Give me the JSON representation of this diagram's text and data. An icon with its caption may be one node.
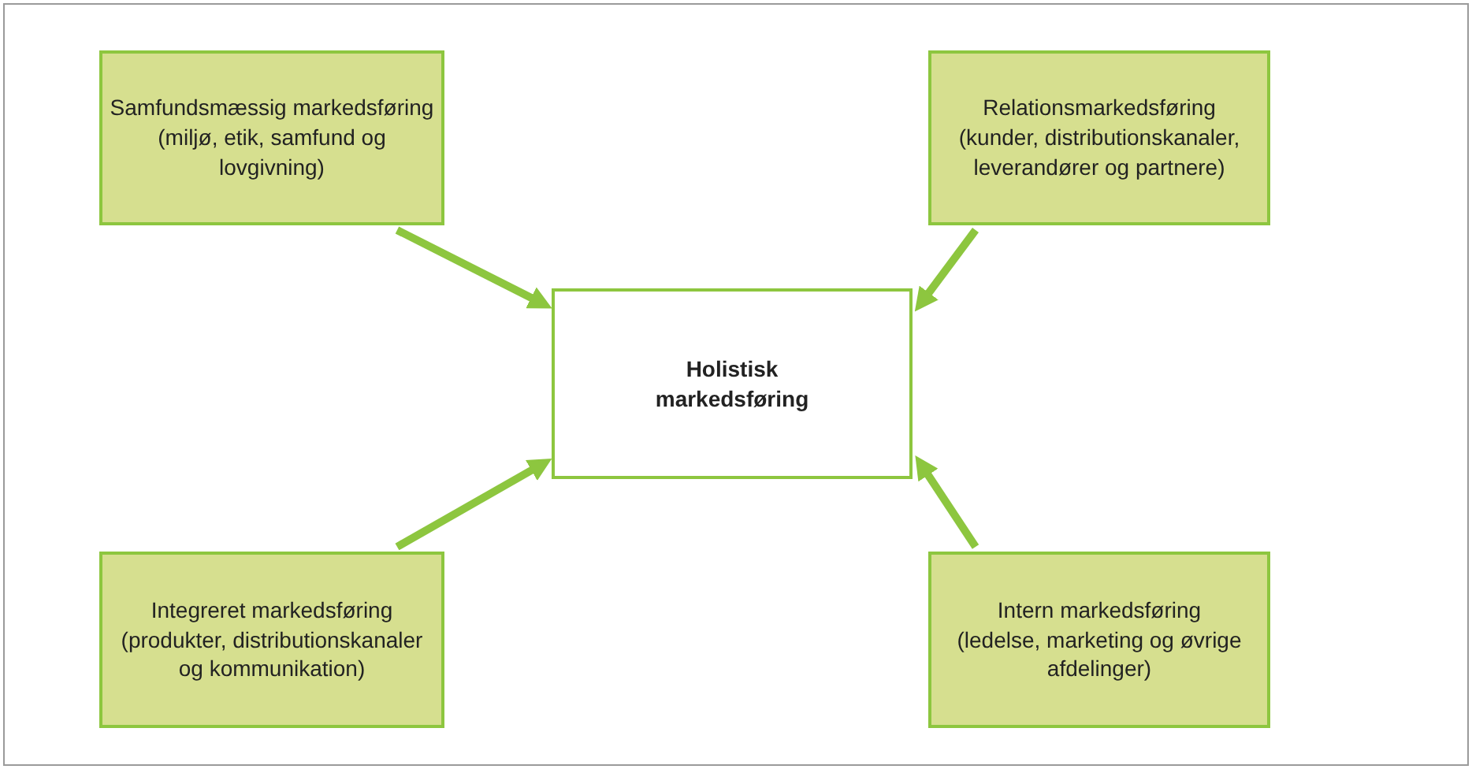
{
  "diagram": {
    "nodes": [
      {
        "text": [
          "Samfundsmæssig markedsføring",
          "(miljø, etik, samfund og lovgivning)"
        ]
      },
      {
        "text": [
          "Relationsmarkedsføring",
          "(kunder, distributionskanaler, leverandører og partnere)"
        ]
      },
      {
        "text": [
          "Holistisk markedsføring"
        ]
      },
      {
        "text": [
          "Integreret markedsføring",
          "(produkter, distributionskanaler og kommunikation)"
        ]
      },
      {
        "text": [
          "Intern markedsføring",
          "(ledelse, marketing og øvrige afdelinger)"
        ]
      }
    ],
    "edges": [
      {
        "from": 0,
        "to": 2,
        "arrow": "to"
      },
      {
        "from": 1,
        "to": 2,
        "arrow": "to"
      },
      {
        "from": 3,
        "to": 2,
        "arrow": "to"
      },
      {
        "from": 4,
        "to": 2,
        "arrow": "to"
      }
    ]
  }
}
